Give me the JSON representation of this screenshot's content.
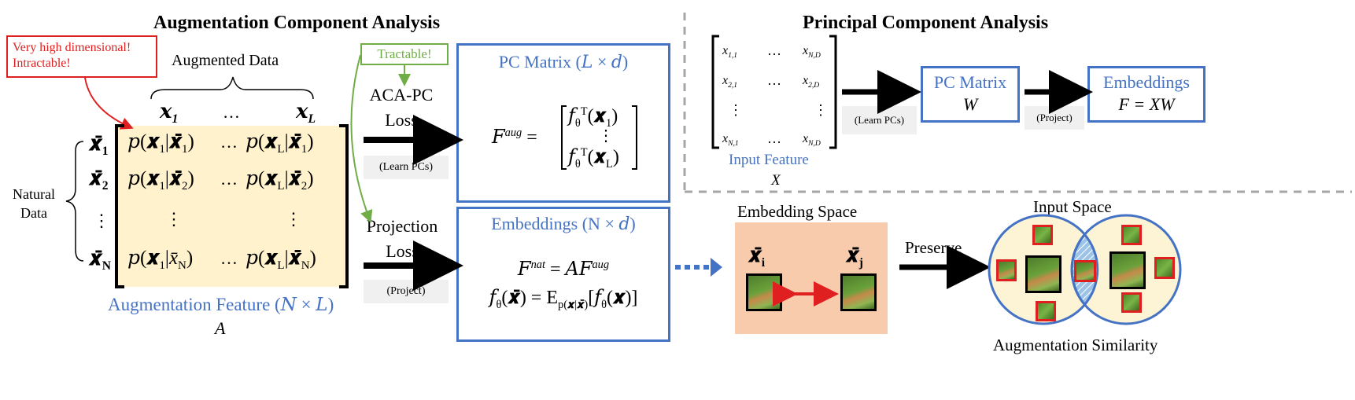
{
  "aca": {
    "title": "Augmentation Component Analysis",
    "warning_line1": "Very high dimensional!",
    "warning_line2": "Intractable!",
    "augmented_data_label": "Augmented Data",
    "natural_data_label_1": "Natural",
    "natural_data_label_2": "Data",
    "aug_feature_label": "Augmentation Feature (𝑁 × 𝐿)",
    "aug_feature_symbol": "A",
    "tractable_label": "Tractable!",
    "aca_pc_loss_line1": "ACA-PC",
    "aca_pc_loss_line2": "Loss",
    "learn_pcs": "(Learn PCs)",
    "projection_loss_line1": "Projection",
    "projection_loss_line2": "Loss",
    "project": "(Project)",
    "pc_matrix_title": "PC Matrix (𝐿 × 𝑑)",
    "embeddings_title": "Embeddings (N × 𝑑)"
  },
  "pca": {
    "title": "Principal Component Analysis",
    "input_feature_label": "Input Feature",
    "input_feature_symbol": "X",
    "learn_pcs": "(Learn PCs)",
    "pc_matrix_line1": "PC Matrix",
    "pc_matrix_line2": "W",
    "project": "(Project)",
    "embeddings_line1": "Embeddings",
    "embeddings_line2": "F = XW"
  },
  "similarity": {
    "embedding_space_label": "Embedding Space",
    "preserve_label": "Preserve",
    "input_space_label": "Input Space",
    "aug_similarity_label": "Augmentation Similarity"
  },
  "colors": {
    "blue": "#4472c4",
    "red": "#e02020",
    "green": "#70ad47",
    "matrix_fill": "#fff2cc",
    "embed_bg": "#f8cbad",
    "circle_fill": "#fdf3d5"
  }
}
